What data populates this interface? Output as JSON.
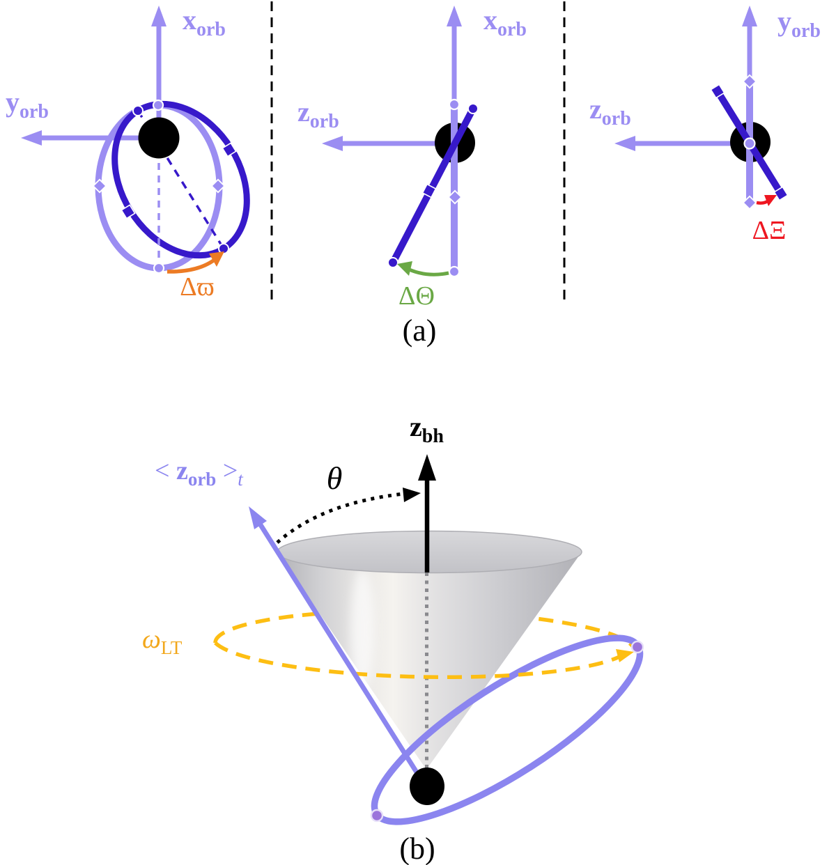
{
  "figure": {
    "panel_a": {
      "tag": "(a)",
      "view_xy": {
        "vertical_axis_label": {
          "base": "x",
          "sub": "orb"
        },
        "horizontal_axis_label": {
          "base": "y",
          "sub": "orb"
        },
        "shift_label": "Δϖ"
      },
      "view_xz": {
        "vertical_axis_label": {
          "base": "x",
          "sub": "orb"
        },
        "horizontal_axis_label": {
          "base": "z",
          "sub": "orb"
        },
        "shift_label": "ΔΘ"
      },
      "view_yz": {
        "vertical_axis_label": {
          "base": "y",
          "sub": "orb"
        },
        "horizontal_axis_label": {
          "base": "z",
          "sub": "orb"
        },
        "shift_label": "ΔΞ"
      }
    },
    "panel_b": {
      "tag": "(b)",
      "spin_axis_label": {
        "base": "z",
        "sub": "bh"
      },
      "mean_orbit_axis_label": {
        "open": "< ",
        "base": "z",
        "sub": "orb",
        "close": " >",
        "outer_sub": "t"
      },
      "tilt_angle_label": "θ",
      "precession_label": {
        "base": "ω",
        "sub": "LT"
      }
    },
    "colors": {
      "axis_purple": "#9b8df2",
      "orbit_dark_blue": "#3719ca",
      "panel_b_purple": "#8b85ef",
      "orbit_marker_purple": "#9b74db",
      "periapsis_shift_orange": "#ec7b24",
      "nodal_shift_green": "#6aa845",
      "xi_shift_red": "#ee1620",
      "precession_yellow": "#fdbe13",
      "precession_label_orange": "#f2a71b",
      "cone_gray": "#cfcfd3",
      "black": "#000000"
    }
  }
}
